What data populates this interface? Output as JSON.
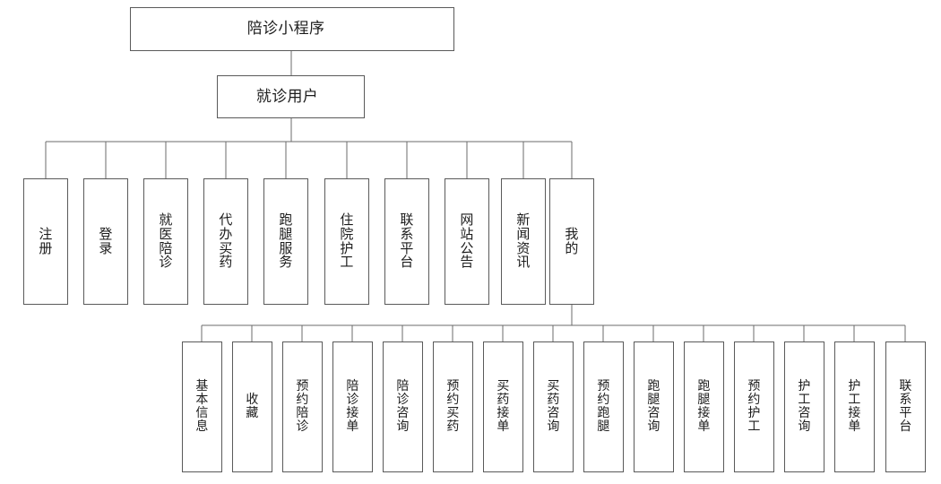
{
  "diagram": {
    "title_node": {
      "label": "陪诊小程序"
    },
    "user_node": {
      "label": "就诊用户"
    },
    "level2": [
      {
        "label": "注册"
      },
      {
        "label": "登录"
      },
      {
        "label": "就医陪诊"
      },
      {
        "label": "代办买药"
      },
      {
        "label": "跑腿服务"
      },
      {
        "label": "住院护工"
      },
      {
        "label": "联系平台"
      },
      {
        "label": "网站公告"
      },
      {
        "label": "新闻资讯"
      },
      {
        "label": "我的"
      }
    ],
    "level3": [
      {
        "label": "基本信息"
      },
      {
        "label": "收藏"
      },
      {
        "label": "预约陪诊"
      },
      {
        "label": "陪诊接单"
      },
      {
        "label": "陪诊咨询"
      },
      {
        "label": "预约买药"
      },
      {
        "label": "买药接单"
      },
      {
        "label": "买药咨询"
      },
      {
        "label": "预约跑腿"
      },
      {
        "label": "跑腿咨询"
      },
      {
        "label": "跑腿接单"
      },
      {
        "label": "预约护工"
      },
      {
        "label": "护工咨询"
      },
      {
        "label": "护工接单"
      },
      {
        "label": "联系平台"
      }
    ],
    "colors": {
      "box_border": "#5a5a5a",
      "line": "#6b6b6b",
      "background": "#ffffff",
      "text": "#1c1c1c"
    }
  }
}
